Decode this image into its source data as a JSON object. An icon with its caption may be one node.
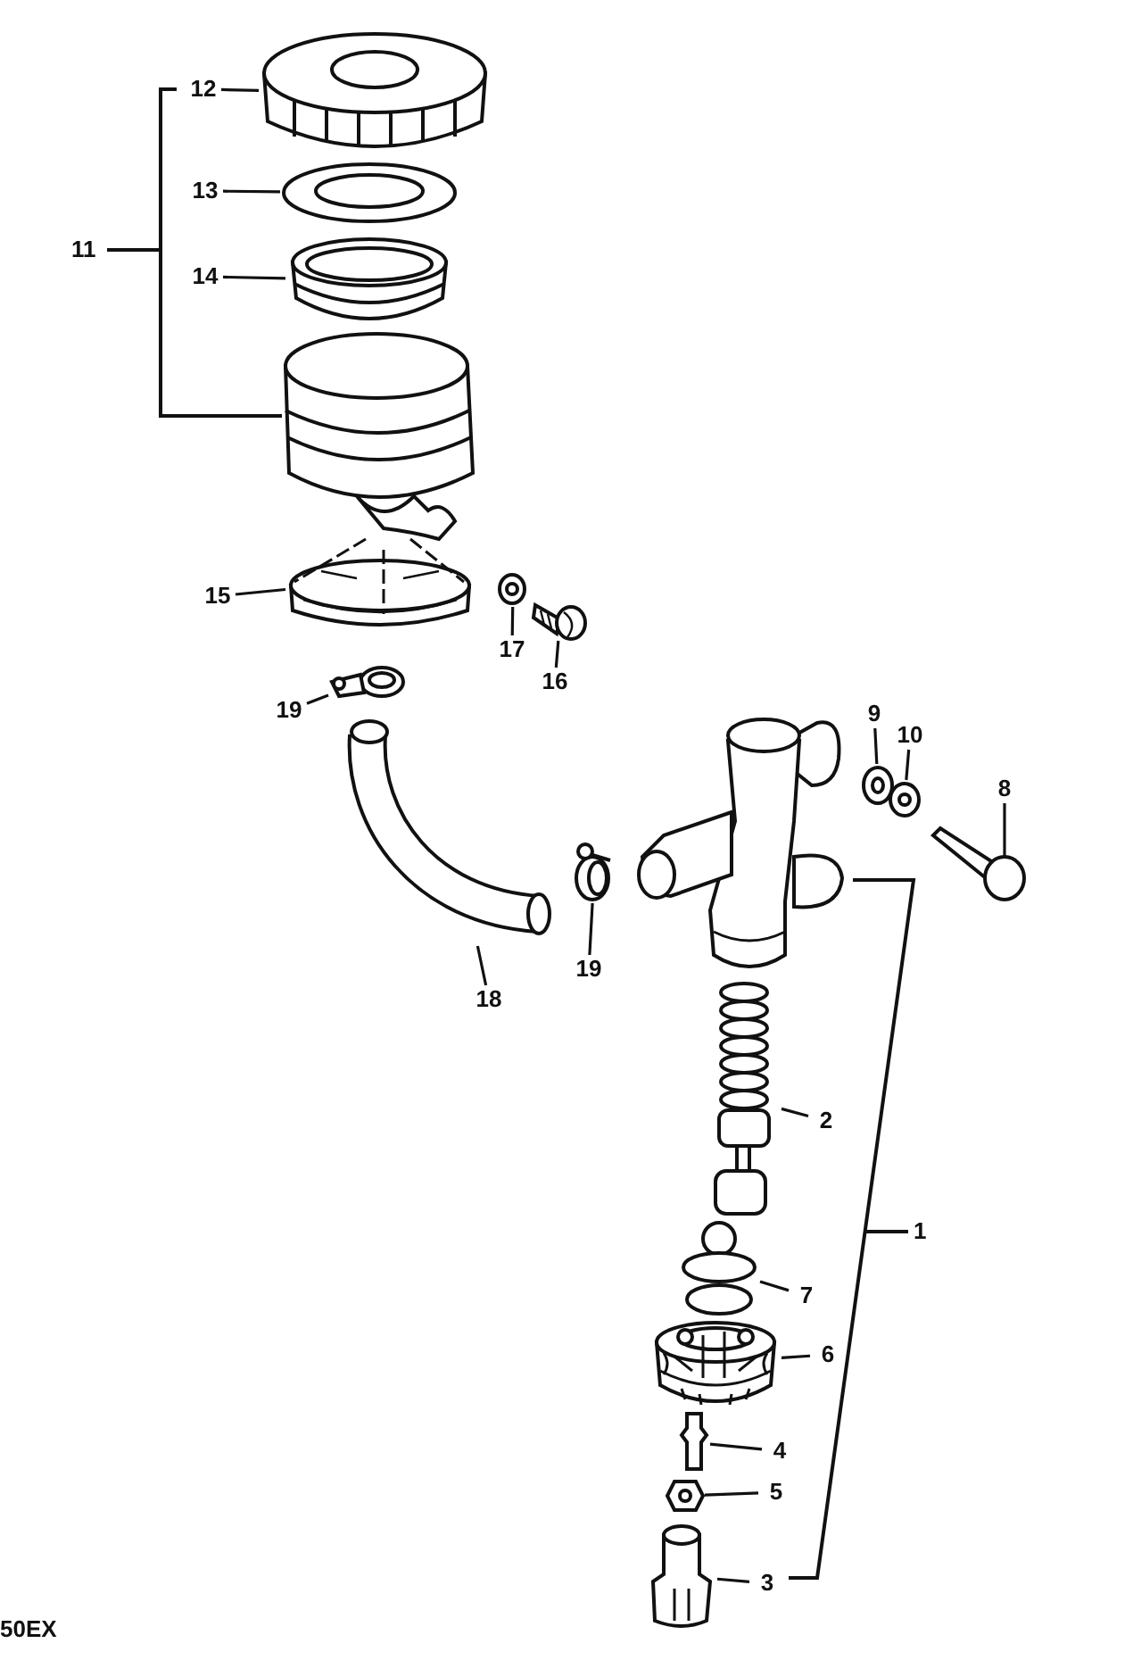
{
  "diagram": {
    "nodes": [
      {
        "text": [
          "12"
        ]
      },
      {
        "text": [],
        "shape": "picture"
      },
      {
        "text": [
          "13"
        ]
      },
      {
        "text": [],
        "shape": "picture"
      },
      {
        "text": [
          "14"
        ]
      },
      {
        "text": [],
        "shape": "picture"
      },
      {
        "text": [
          "15"
        ]
      },
      {
        "text": [],
        "shape": "picture"
      },
      {
        "text": [
          "17"
        ]
      },
      {
        "text": [],
        "shape": "picture"
      },
      {
        "text": [
          "16"
        ]
      },
      {
        "text": [],
        "shape": "picture"
      },
      {
        "text": [
          "19"
        ]
      },
      {
        "text": [],
        "shape": "picture"
      },
      {
        "text": [
          "18"
        ]
      },
      {
        "text": [],
        "shape": "picture"
      },
      {
        "text": [
          "19"
        ]
      },
      {
        "text": [],
        "shape": "picture"
      },
      {
        "text": [
          "9"
        ]
      },
      {
        "text": [],
        "shape": "picture"
      },
      {
        "text": [
          "10"
        ]
      },
      {
        "text": [],
        "shape": "picture"
      },
      {
        "text": [
          "8"
        ]
      },
      {
        "text": [],
        "shape": "picture"
      },
      {
        "text": [
          "2"
        ]
      },
      {
        "text": [],
        "shape": "picture"
      },
      {
        "text": [
          "7"
        ]
      },
      {
        "text": [],
        "shape": "picture"
      },
      {
        "text": [
          "6"
        ]
      },
      {
        "text": [],
        "shape": "picture"
      },
      {
        "text": [
          "4"
        ]
      },
      {
        "text": [],
        "shape": "picture"
      },
      {
        "text": [
          "5"
        ]
      },
      {
        "text": [],
        "shape": "picture"
      },
      {
        "text": [
          "3"
        ]
      },
      {
        "text": [],
        "shape": "picture"
      }
    ],
    "edges": [
      {
        "from": 0,
        "to": 1,
        "arrow": "none"
      },
      {
        "from": 2,
        "to": 3,
        "arrow": "none"
      },
      {
        "from": 4,
        "to": 5,
        "arrow": "none"
      },
      {
        "from": 6,
        "to": 7,
        "arrow": "none"
      },
      {
        "from": 8,
        "to": 9,
        "arrow": "none"
      },
      {
        "from": 10,
        "to": 11,
        "arrow": "none"
      },
      {
        "from": 12,
        "to": 13,
        "arrow": "none"
      },
      {
        "from": 14,
        "to": 15,
        "arrow": "none"
      },
      {
        "from": 16,
        "to": 17,
        "arrow": "none"
      },
      {
        "from": 18,
        "to": 19,
        "arrow": "none"
      },
      {
        "from": 20,
        "to": 21,
        "arrow": "none"
      },
      {
        "from": 22,
        "to": 23,
        "arrow": "none"
      },
      {
        "from": 24,
        "to": 25,
        "arrow": "none"
      },
      {
        "from": 26,
        "to": 27,
        "arrow": "none"
      },
      {
        "from": 28,
        "to": 29,
        "arrow": "none"
      },
      {
        "from": 30,
        "to": 31,
        "arrow": "none"
      },
      {
        "from": 32,
        "to": 33,
        "arrow": "none"
      },
      {
        "from": 34,
        "to": 35,
        "arrow": "none"
      }
    ],
    "labels": [
      "11",
      "1",
      "50EX"
    ]
  }
}
